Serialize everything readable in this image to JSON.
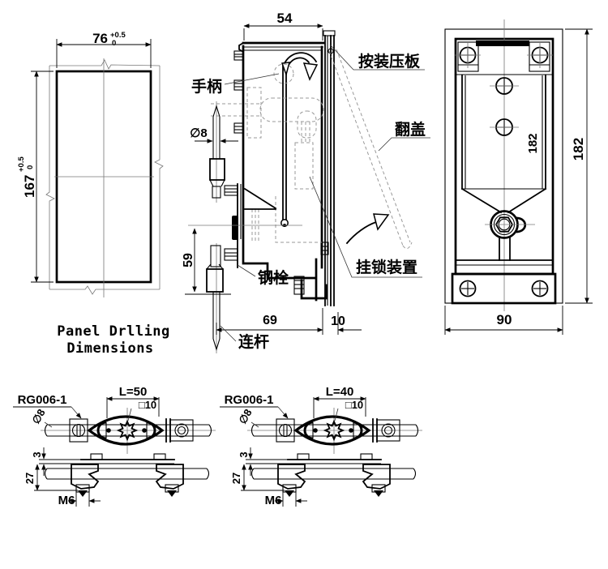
{
  "panel_view": {
    "width_value": "76",
    "width_tol_upper": "+0.5",
    "width_tol_lower": "0",
    "height_value": "167",
    "height_tol_upper": "+0.5",
    "height_tol_lower": "0",
    "caption_line1": "Panel Drlling",
    "caption_line2": "Dimensions"
  },
  "side_view": {
    "dim_depth": "54",
    "dim_rod_travel": "59",
    "dim_body": "69",
    "dim_plate": "10",
    "dim_rod_dia": "∅8",
    "label_handle": "手柄",
    "label_mount_plate": "按装压板",
    "label_flip_cover": "翻盖",
    "label_padlock_device": "挂锁装置",
    "label_steel_bolt": "钢栓",
    "label_connecting_rod": "连杆"
  },
  "front_view": {
    "dim_height_inner": "182",
    "dim_height_outer": "182",
    "dim_width": "90"
  },
  "cam_details": {
    "left": {
      "part_no": "RG006-1",
      "length": "L=50",
      "square_hole": "□10",
      "rod_dia": "∅8",
      "plate_thickness": "3",
      "clamp_height": "27",
      "thread": "M6"
    },
    "right": {
      "part_no": "RG006-1",
      "length": "L=40",
      "square_hole": "□10",
      "rod_dia": "∅8",
      "plate_thickness": "3",
      "clamp_height": "27",
      "thread": "M6"
    }
  },
  "colors": {
    "line": "#000000",
    "centerline": "#777777",
    "background": "#ffffff"
  }
}
